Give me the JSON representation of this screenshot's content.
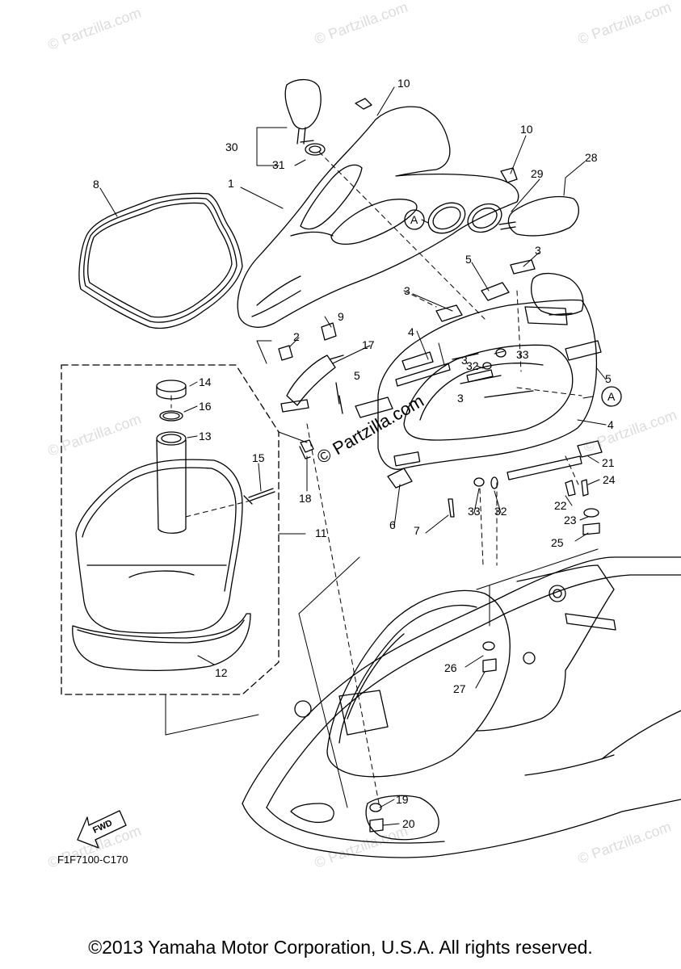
{
  "callouts": [
    {
      "id": "c10a",
      "text": "10"
    },
    {
      "id": "c10b",
      "text": "10"
    },
    {
      "id": "c30",
      "text": "30"
    },
    {
      "id": "c31",
      "text": "31"
    },
    {
      "id": "c28",
      "text": "28"
    },
    {
      "id": "c29",
      "text": "29"
    },
    {
      "id": "c8",
      "text": "8"
    },
    {
      "id": "c1",
      "text": "1"
    },
    {
      "id": "cA1",
      "text": "A"
    },
    {
      "id": "cA2",
      "text": "A"
    },
    {
      "id": "c3a",
      "text": "3"
    },
    {
      "id": "c3b",
      "text": "3"
    },
    {
      "id": "c3c",
      "text": "3"
    },
    {
      "id": "c3d",
      "text": "3"
    },
    {
      "id": "c5a",
      "text": "5"
    },
    {
      "id": "c5b",
      "text": "5"
    },
    {
      "id": "c5c",
      "text": "5"
    },
    {
      "id": "c4a",
      "text": "4"
    },
    {
      "id": "c4b",
      "text": "4"
    },
    {
      "id": "c9",
      "text": "9"
    },
    {
      "id": "c2",
      "text": "2"
    },
    {
      "id": "c17",
      "text": "17"
    },
    {
      "id": "c32a",
      "text": "32"
    },
    {
      "id": "c33a",
      "text": "33"
    },
    {
      "id": "c14",
      "text": "14"
    },
    {
      "id": "c16",
      "text": "16"
    },
    {
      "id": "c13",
      "text": "13"
    },
    {
      "id": "c15",
      "text": "15"
    },
    {
      "id": "c18",
      "text": "18"
    },
    {
      "id": "c11",
      "text": "11"
    },
    {
      "id": "c12",
      "text": "12"
    },
    {
      "id": "c6",
      "text": "6"
    },
    {
      "id": "c7",
      "text": "7"
    },
    {
      "id": "c33b",
      "text": "33"
    },
    {
      "id": "c32b",
      "text": "32"
    },
    {
      "id": "c21",
      "text": "21"
    },
    {
      "id": "c24",
      "text": "24"
    },
    {
      "id": "c22",
      "text": "22"
    },
    {
      "id": "c23",
      "text": "23"
    },
    {
      "id": "c25",
      "text": "25"
    },
    {
      "id": "c26",
      "text": "26"
    },
    {
      "id": "c27",
      "text": "27"
    },
    {
      "id": "c19",
      "text": "19"
    },
    {
      "id": "c20",
      "text": "20"
    }
  ],
  "fwd_label": "FWD",
  "diagram_code": "F1F7100-C170",
  "copyright": "©2013 Yamaha Motor Corporation, U.S.A. All rights reserved.",
  "watermark": "© Partzilla.com",
  "watermark_center": "© Partzilla.com"
}
